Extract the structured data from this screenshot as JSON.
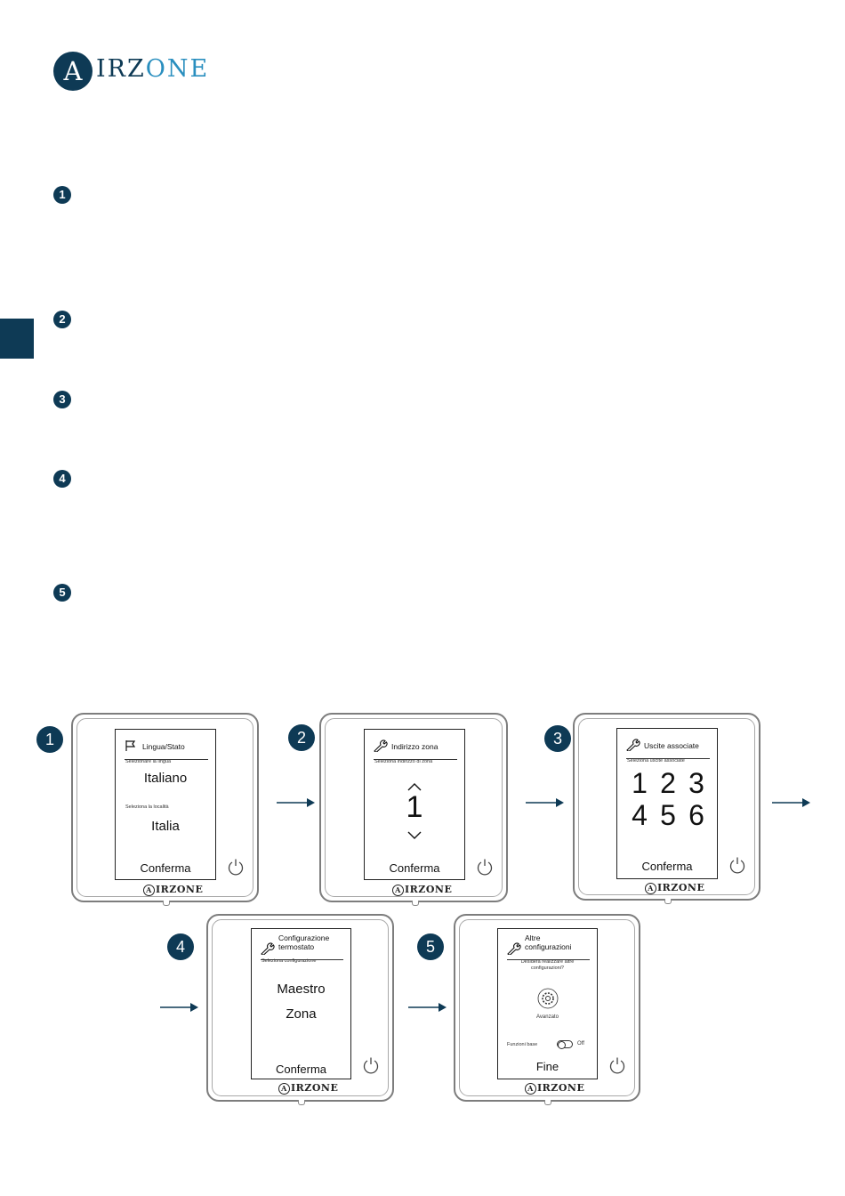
{
  "brand": {
    "logo_letter": "A",
    "logo_rest": "IRZ",
    "logo_tail": "ONE",
    "small_letter": "A",
    "small_rest": "IRZONE"
  },
  "bullets": [
    "1",
    "2",
    "3",
    "4",
    "5"
  ],
  "steps": [
    {
      "number": "1",
      "title": "Lingua/Stato",
      "icon": "flag-icon",
      "sub1": "Selezionare la lingua",
      "value1": "Italiano",
      "sub2": "Seleziona la località",
      "value2": "Italia",
      "confirm": "Conferma"
    },
    {
      "number": "2",
      "title": "Indirizzo zona",
      "icon": "wrench-icon",
      "sub1": "Seleziona indirizzo di zona",
      "value1": "1",
      "confirm": "Conferma"
    },
    {
      "number": "3",
      "title": "Uscite associate",
      "icon": "wrench-icon",
      "sub1": "Seleziona uscite associate",
      "outputs": [
        "1",
        "2",
        "3",
        "4",
        "5",
        "6"
      ],
      "confirm": "Conferma"
    },
    {
      "number": "4",
      "title_line1": "Configurazione",
      "title_line2": "termostato",
      "icon": "wrench-icon",
      "sub1": "Seleziona configurazione",
      "value1": "Maestro",
      "value2": "Zona",
      "confirm": "Conferma"
    },
    {
      "number": "5",
      "title_line1": "Altre",
      "title_line2": "configurazioni",
      "icon": "wrench-icon",
      "question_line1": "Desidera realizzare altre",
      "question_line2": "configurazioni?",
      "advanced_label": "Avanzato",
      "toggle_label": "Funzioni base",
      "toggle_state": "Off",
      "confirm": "Fine"
    }
  ],
  "colors": {
    "primary": "#0e3a55",
    "accent": "#2a8fbf"
  }
}
